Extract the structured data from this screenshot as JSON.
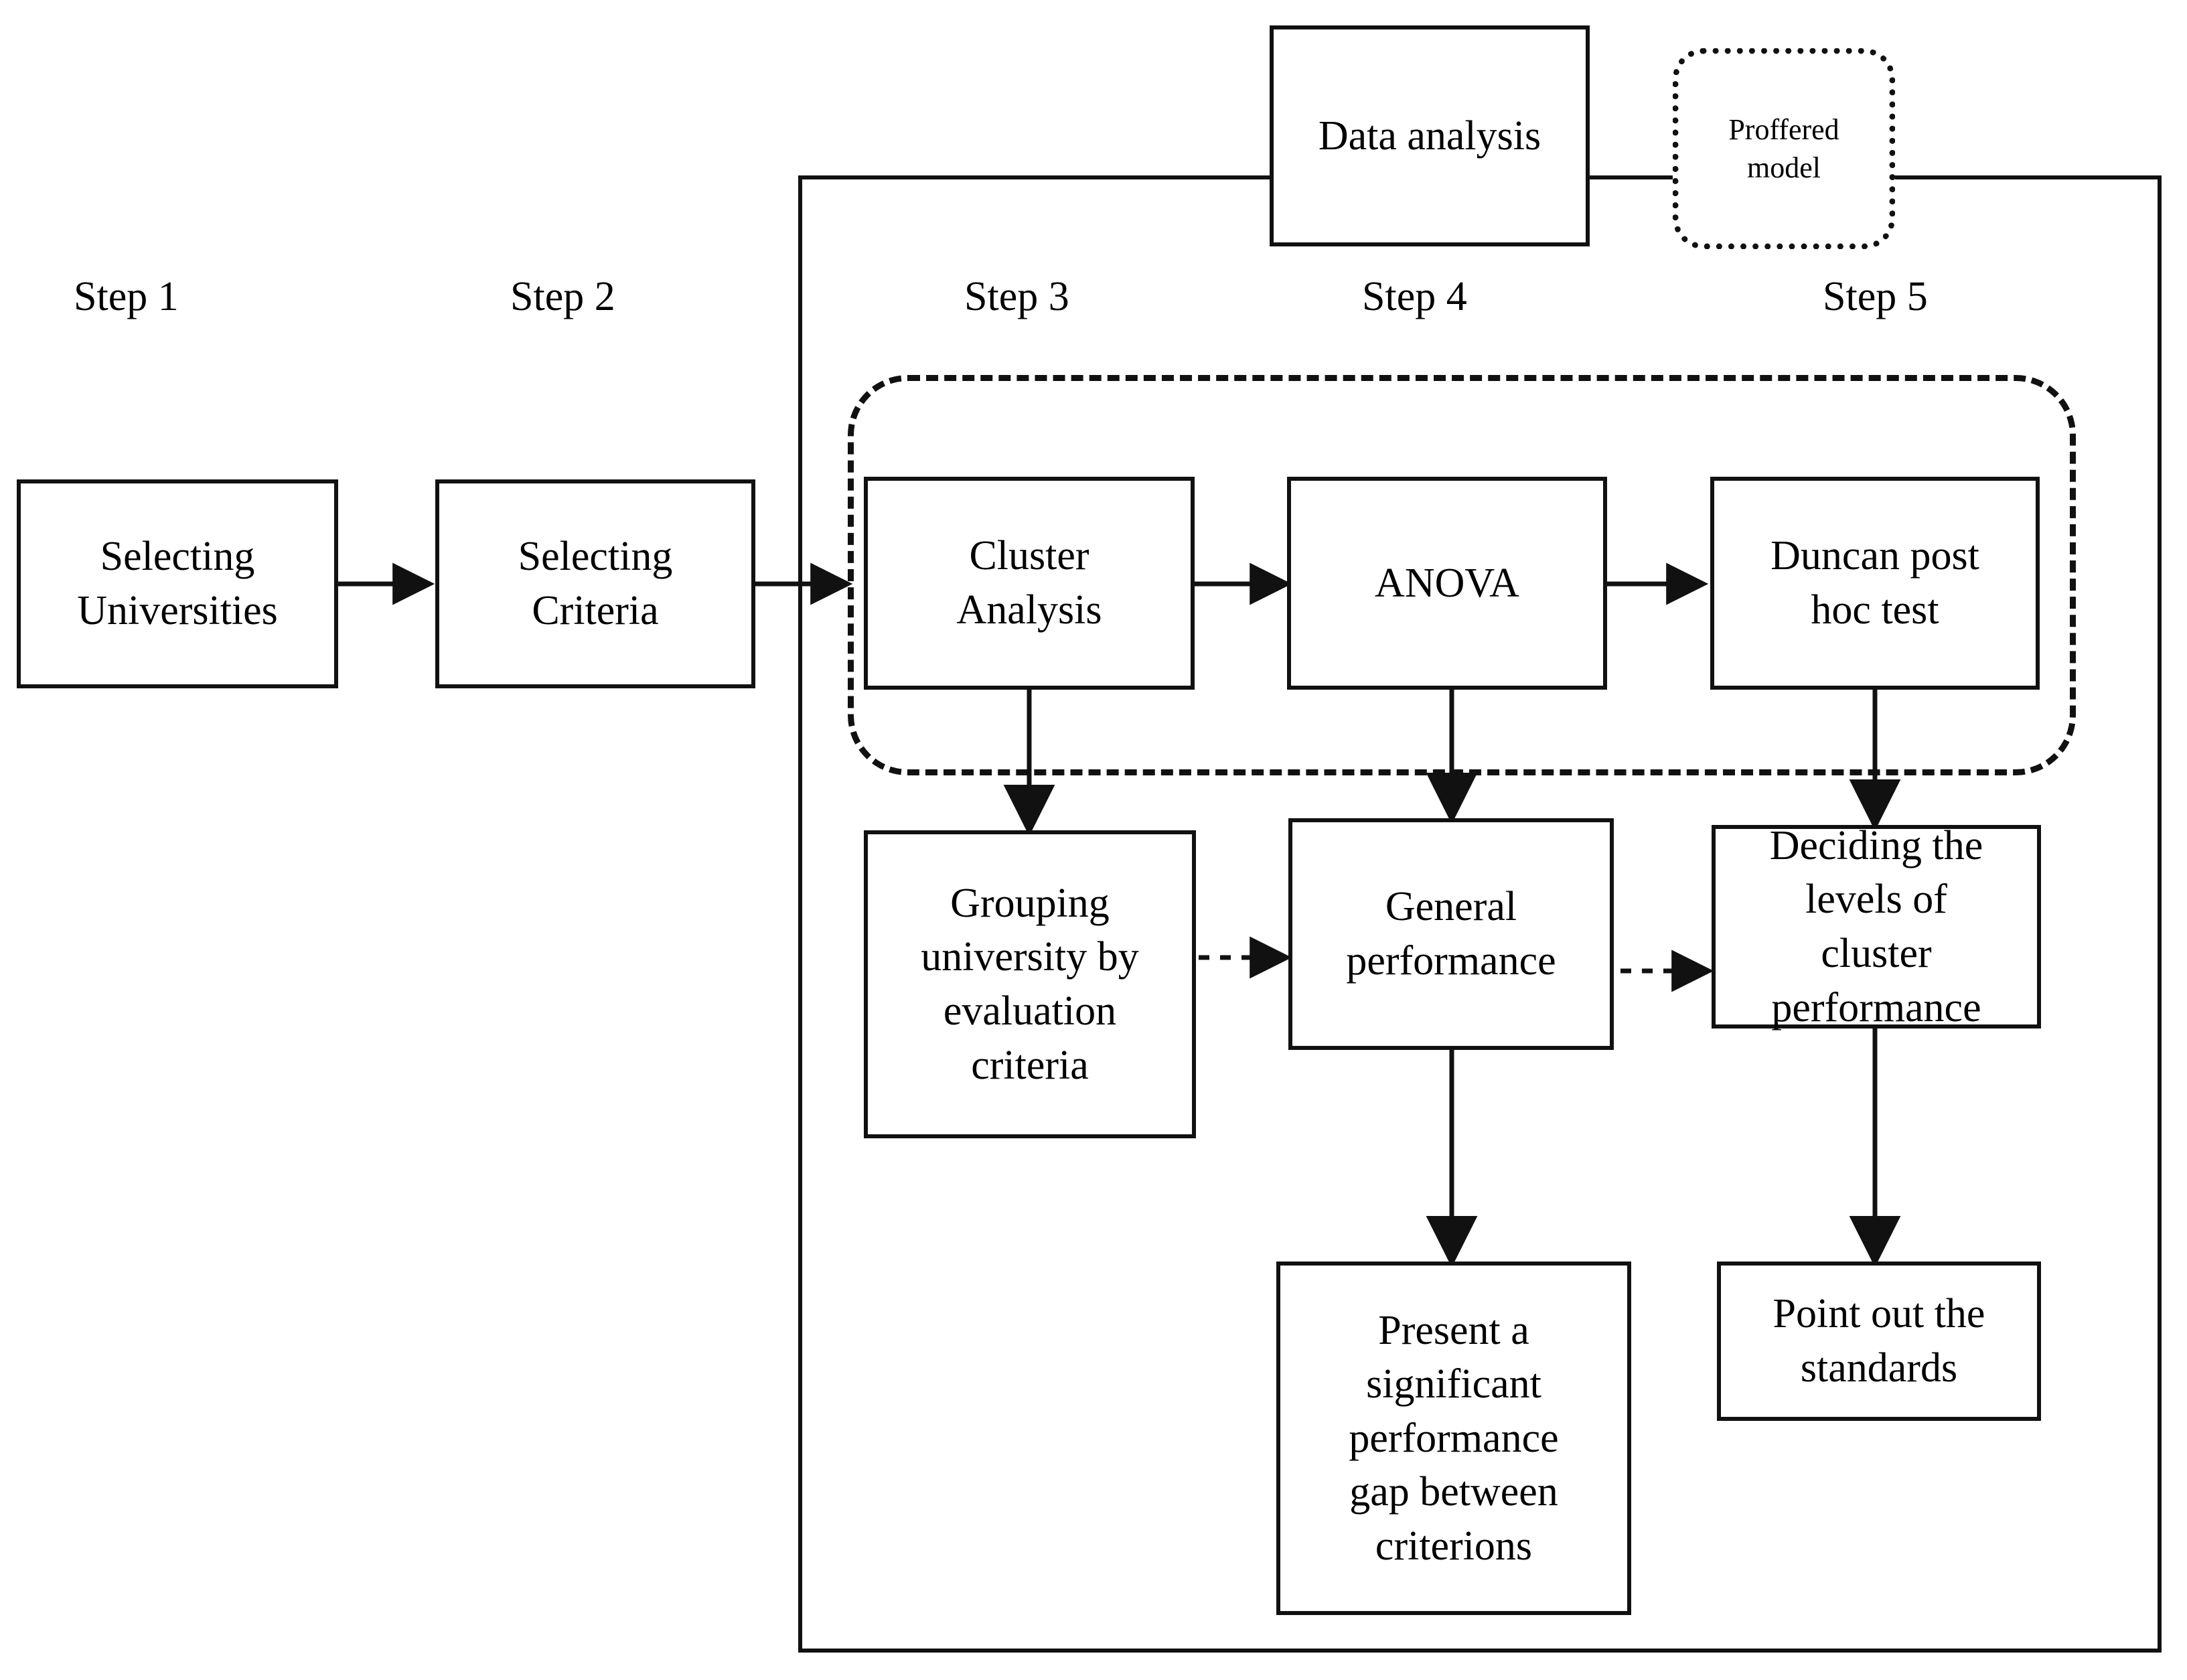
{
  "diagram": {
    "title": "University performance evaluation research flowchart",
    "background_color": "#ffffff",
    "line_color": "#111111"
  },
  "step_labels": [
    {
      "id": "step-1",
      "text": "Step 1"
    },
    {
      "id": "step-2",
      "text": "Step 2"
    },
    {
      "id": "step-3",
      "text": "Step 3"
    },
    {
      "id": "step-4",
      "text": "Step 4"
    },
    {
      "id": "step-5",
      "text": "Step 5"
    }
  ],
  "nodes": {
    "selecting_universities": "Selecting\nUniversities",
    "selecting_criteria": "Selecting\nCriteria",
    "cluster_analysis": "Cluster\nAnalysis",
    "anova": "ANOVA",
    "duncan_post_hoc": "Duncan post\nhoc test",
    "data_analysis": "Data analysis",
    "proffered_model": "Proffered\nmodel",
    "grouping_university": "Grouping\nuniversity by\nevaluation\ncriteria",
    "general_performance": "General\nperformance",
    "deciding_levels": "Deciding the\nlevels of\ncluster\nperformance",
    "present_gap": "Present a\nsignificant\nperformance\ngap between\ncriterions",
    "point_out_standards": "Point out the\nstandards"
  },
  "edges": [
    {
      "from": "selecting_universities",
      "to": "selecting_criteria",
      "style": "solid-arrow"
    },
    {
      "from": "selecting_criteria",
      "to": "cluster_analysis",
      "style": "solid-arrow"
    },
    {
      "from": "cluster_analysis",
      "to": "anova",
      "style": "solid-arrow"
    },
    {
      "from": "anova",
      "to": "duncan_post_hoc",
      "style": "solid-arrow"
    },
    {
      "from": "cluster_analysis",
      "to": "grouping_university",
      "style": "solid-arrow"
    },
    {
      "from": "anova",
      "to": "general_performance",
      "style": "solid-arrow"
    },
    {
      "from": "duncan_post_hoc",
      "to": "deciding_levels",
      "style": "solid-arrow"
    },
    {
      "from": "grouping_university",
      "to": "general_performance",
      "style": "dotted-arrow"
    },
    {
      "from": "general_performance",
      "to": "deciding_levels",
      "style": "dotted-arrow"
    },
    {
      "from": "general_performance",
      "to": "present_gap",
      "style": "solid-arrow"
    },
    {
      "from": "deciding_levels",
      "to": "point_out_standards",
      "style": "solid-arrow"
    }
  ],
  "containers": {
    "analysis_group": "dashed rounded group around Cluster Analysis, ANOVA and Duncan post hoc test",
    "outer_frame": "solid rectangle enclosing steps 3 to 5, passing through Data analysis and Proffered model"
  }
}
